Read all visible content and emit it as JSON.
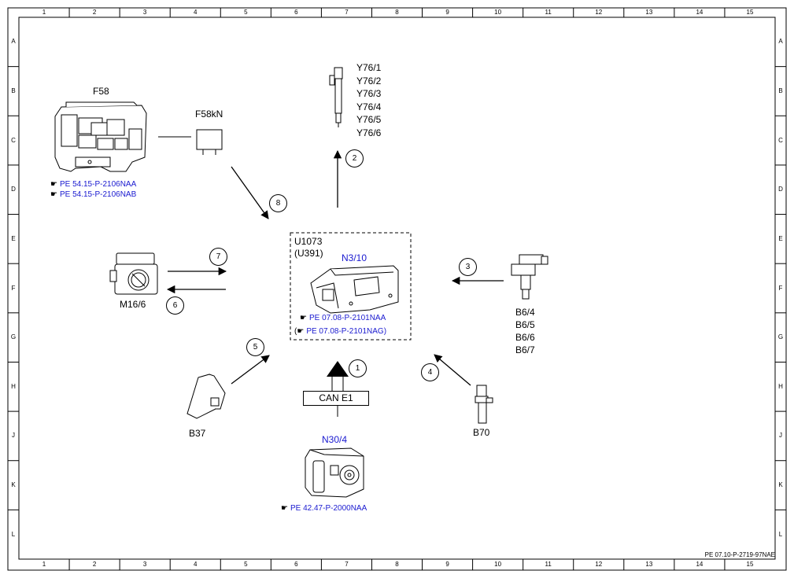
{
  "grid": {
    "columns": [
      "1",
      "2",
      "3",
      "4",
      "5",
      "6",
      "7",
      "8",
      "9",
      "10",
      "11",
      "12",
      "13",
      "14",
      "15"
    ],
    "rows": [
      "A",
      "B",
      "C",
      "D",
      "E",
      "F",
      "G",
      "H",
      "J",
      "K",
      "L"
    ]
  },
  "doc_id": "PE 07.10-P-2719-97NAE",
  "components": {
    "f58": {
      "label": "F58",
      "refs": [
        "PE 54.15-P-2106NAA",
        "PE 54.15-P-2106NAB"
      ]
    },
    "f58kn": {
      "label": "F58kN"
    },
    "y76": {
      "labels": [
        "Y76/1",
        "Y76/2",
        "Y76/3",
        "Y76/4",
        "Y76/5",
        "Y76/6"
      ]
    },
    "ecu": {
      "label1": "U1073",
      "label2": "(U391)",
      "label_blue": "N3/10",
      "refs": [
        "PE 07.08-P-2101NAA",
        "PE 07.08-P-2101NAG)"
      ],
      "ref2_prefix": "("
    },
    "m16": {
      "label": "M16/6"
    },
    "b6": {
      "labels": [
        "B6/4",
        "B6/5",
        "B6/6",
        "B6/7"
      ]
    },
    "b37": {
      "label": "B37"
    },
    "b70": {
      "label": "B70"
    },
    "n30": {
      "label": "N30/4",
      "refs": [
        "PE 42.47-P-2000NAA"
      ]
    },
    "can": {
      "label": "CAN E1"
    }
  },
  "callouts": [
    "1",
    "2",
    "3",
    "4",
    "5",
    "6",
    "7",
    "8"
  ],
  "colors": {
    "ref_blue": "#1a1ad0",
    "line": "#000000"
  }
}
